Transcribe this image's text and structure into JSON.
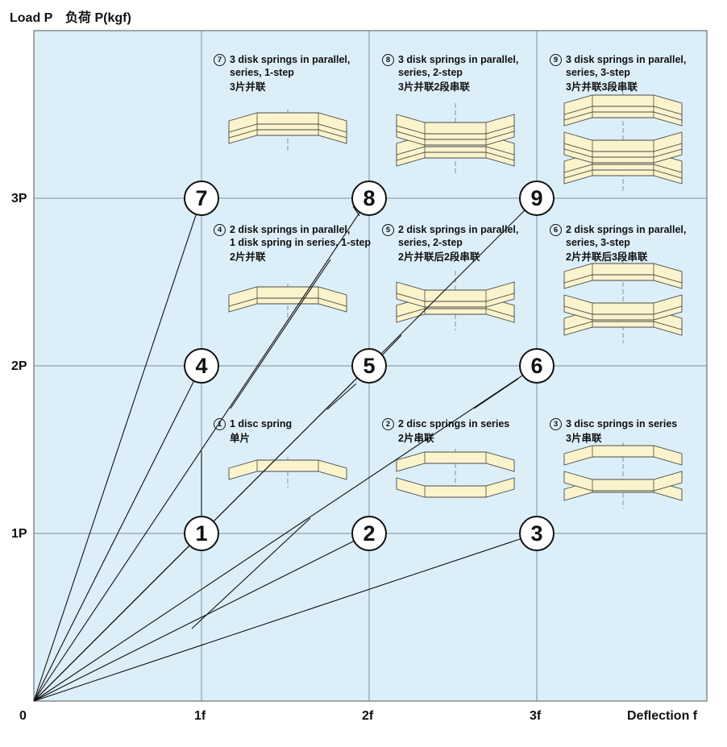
{
  "y_axis_label": "Load P　负荷 P(kgf)",
  "x_axis_label": "Deflection f",
  "origin_label": "0",
  "y_ticks": [
    "1P",
    "2P",
    "3P"
  ],
  "x_ticks": [
    "1f",
    "2f",
    "3f"
  ],
  "colors": {
    "plot_bg": "#DCEFF9",
    "grid": "#7E8F9A",
    "spring_fill": "#FAF3CC",
    "spring_stroke": "#4A4A4A"
  },
  "nodes": [
    {
      "id": "1",
      "f": 1,
      "p": 1
    },
    {
      "id": "2",
      "f": 2,
      "p": 1
    },
    {
      "id": "3",
      "f": 3,
      "p": 1
    },
    {
      "id": "4",
      "f": 1,
      "p": 2
    },
    {
      "id": "5",
      "f": 2,
      "p": 2
    },
    {
      "id": "6",
      "f": 3,
      "p": 2
    },
    {
      "id": "7",
      "f": 1,
      "p": 3
    },
    {
      "id": "8",
      "f": 2,
      "p": 3
    },
    {
      "id": "9",
      "f": 3,
      "p": 3
    }
  ],
  "configs": [
    {
      "num": "1",
      "lines": [
        "1 disc spring"
      ],
      "zh": "单片"
    },
    {
      "num": "2",
      "lines": [
        "2 disc springs in series"
      ],
      "zh": "2片串联"
    },
    {
      "num": "3",
      "lines": [
        "3 disc springs in series"
      ],
      "zh": "3片串联"
    },
    {
      "num": "4",
      "lines": [
        "2 disk springs in parallel,",
        "1 disk spring in series, 1-step"
      ],
      "zh": "2片并联"
    },
    {
      "num": "5",
      "lines": [
        "2 disk springs in parallel,",
        "series, 2-step"
      ],
      "zh": "2片并联后2段串联"
    },
    {
      "num": "6",
      "lines": [
        "2 disk springs in parallel,",
        "series, 3-step"
      ],
      "zh": "2片并联后3段串联"
    },
    {
      "num": "7",
      "lines": [
        "3 disk springs in parallel,",
        "series, 1-step"
      ],
      "zh": "3片并联"
    },
    {
      "num": "8",
      "lines": [
        "3 disk springs in parallel,",
        "series, 2-step"
      ],
      "zh": "3片并联2段串联"
    },
    {
      "num": "9",
      "lines": [
        "3 disk springs in parallel,",
        "series, 3-step"
      ],
      "zh": "3片并联3段串联"
    }
  ]
}
